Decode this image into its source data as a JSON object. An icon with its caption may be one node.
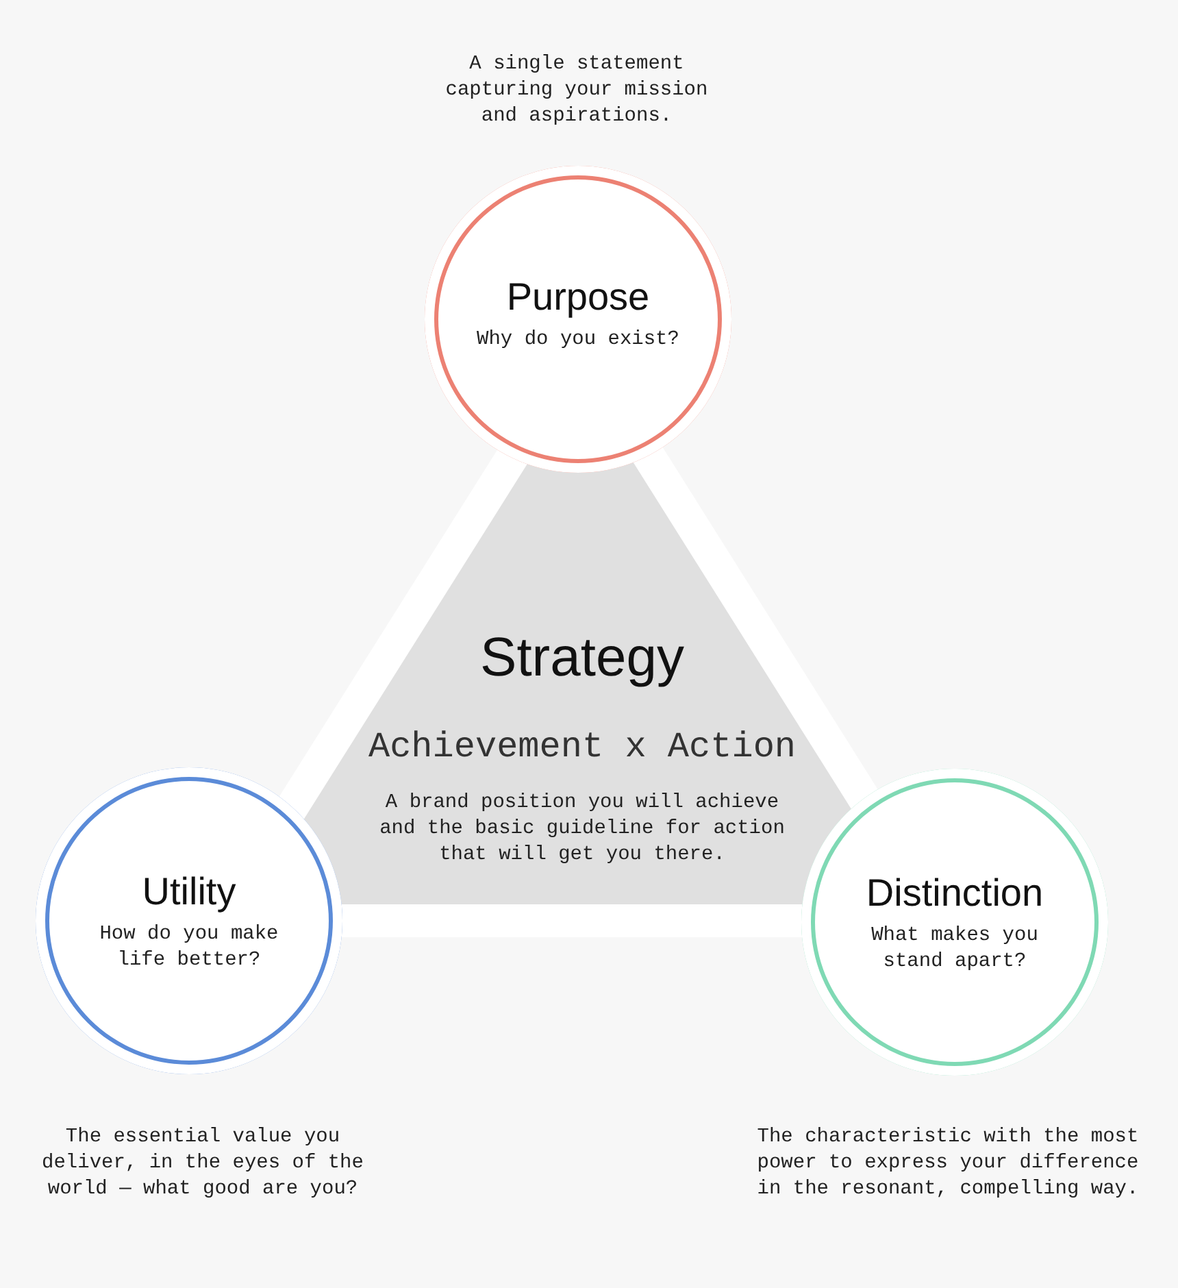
{
  "diagram": {
    "nodes": [
      {
        "text": [
          "Purpose",
          "Why do you exist?"
        ],
        "beside": [
          "A single statement capturing your mission and aspirations."
        ]
      },
      {
        "text": [
          "Strategy",
          "Achievement x Action",
          "A brand position you will achieve and the basic guideline for action that will get you there."
        ]
      },
      {
        "text": [
          "Utility",
          "How do you make life better?"
        ],
        "beside": [
          "The essential value you deliver, in the eyes of the world — what good are you?"
        ]
      },
      {
        "text": [
          "Distinction",
          "What makes you stand apart?"
        ],
        "beside": [
          "The characteristic with the most power to express your difference in the resonant, compelling way."
        ]
      }
    ]
  }
}
